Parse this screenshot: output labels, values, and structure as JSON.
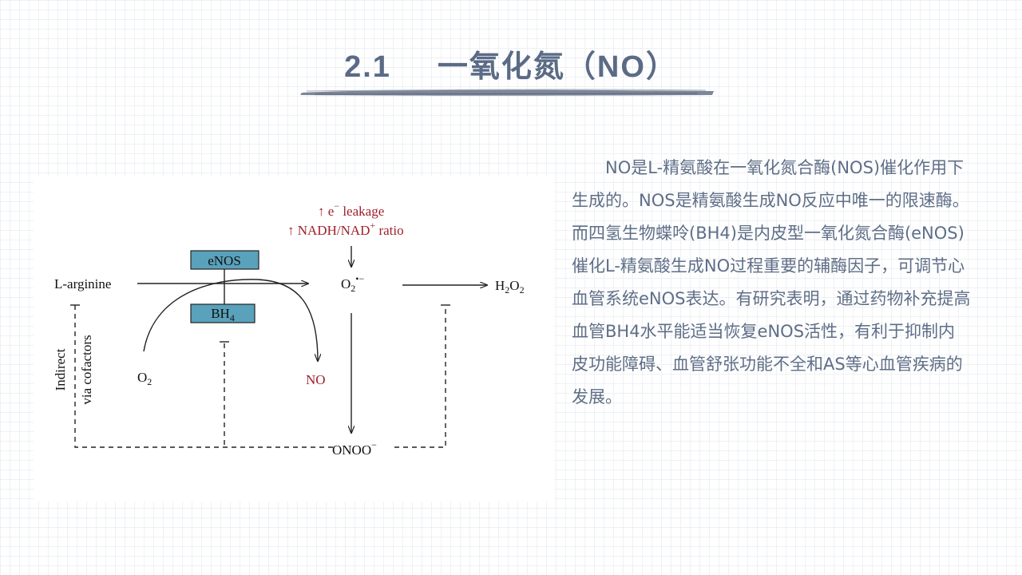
{
  "slide": {
    "section_number": "2.1",
    "title": "一氧化氮（NO）",
    "colors": {
      "title": "#5b6b86",
      "body_text": "#5f6e87",
      "diagram_box": "#5aa1bb",
      "diagram_red": "#a0202a"
    }
  },
  "diagram": {
    "enos": "eNOS",
    "bh4": "BH",
    "bh4_sub": "4",
    "l_arginine": "L-arginine",
    "o2": "O",
    "o2_sub": "2",
    "no": "NO",
    "superoxide": "O",
    "superoxide_sub": "2",
    "superoxide_sup": "•−",
    "h2o2_h": "H",
    "h2o2_sub1": "2",
    "h2o2_o": "O",
    "h2o2_sub2": "2",
    "onoo": "ONOO",
    "onoo_sup": "−",
    "leakage_line": "↑ e",
    "leakage_sup": "−",
    "leakage_word": " leakage",
    "ratio_line": "↑ NADH/NAD",
    "ratio_sup": "+",
    "ratio_word": " ratio",
    "side_label_1": "Indirect",
    "side_label_2": "via cofactors"
  },
  "body": {
    "paragraph": "NO是L-精氨酸在一氧化氮合酶(NOS)催化作用下生成的。NOS是精氨酸生成NO反应中唯一的限速酶。而四氢生物蝶呤(BH4)是内皮型一氧化氮合酶(eNOS)催化L-精氨酸生成NO过程重要的辅酶因子，可调节心血管系统eNOS表达。有研究表明，通过药物补充提高血管BH4水平能适当恢复eNOS活性，有利于抑制内皮功能障碍、血管舒张功能不全和AS等心血管疾病的发展。"
  }
}
